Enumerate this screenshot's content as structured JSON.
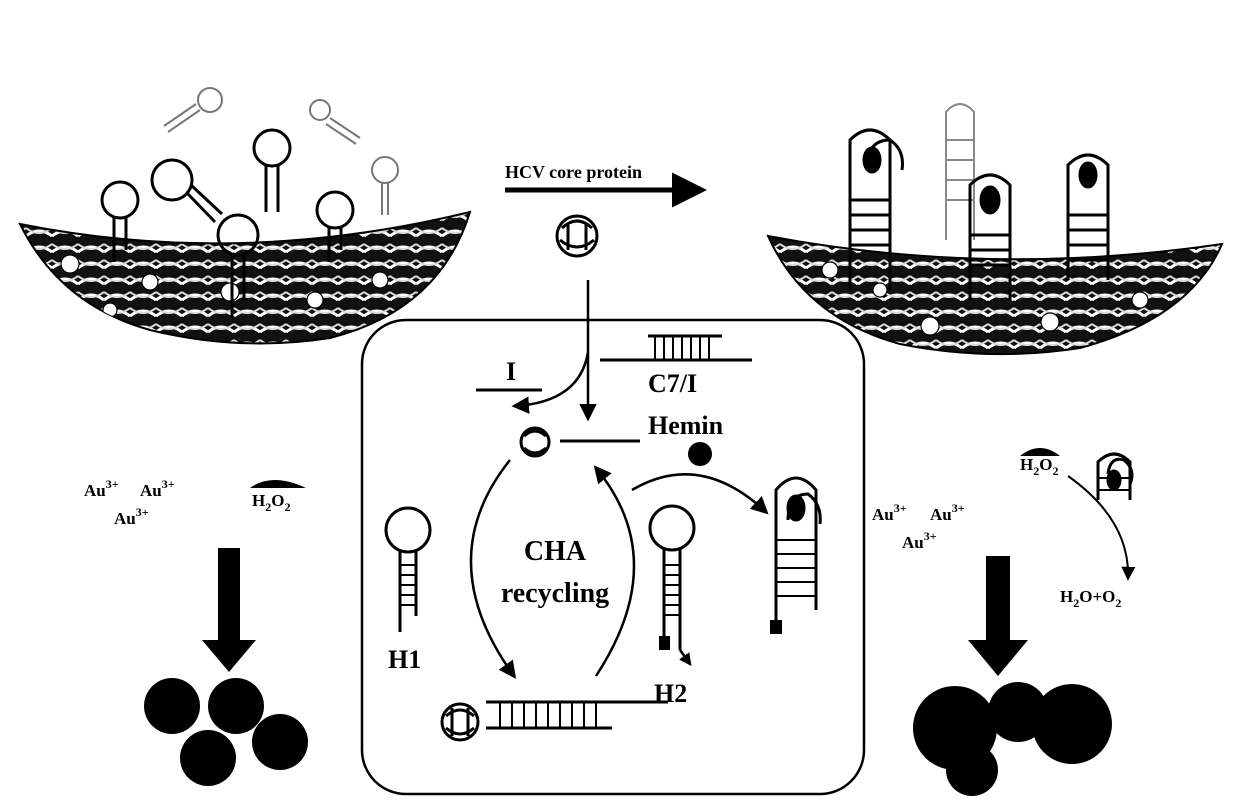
{
  "arrow_label": "HCV core protein",
  "inhibitor_label": "I",
  "complex_label": "C7/I",
  "hemin_label": "Hemin",
  "cycle_label_line1": "CHA",
  "cycle_label_line2": "recycling",
  "hairpin1_label": "H1",
  "hairpin2_label": "H2",
  "left_reagents": {
    "au_a": "Au",
    "au_a_sup": "3+",
    "au_b": "Au",
    "au_b_sup": "3+",
    "au_c": "Au",
    "au_c_sup": "3+",
    "h2o2_h": "H",
    "h2o2_sub1": "2",
    "h2o2_o": "O",
    "h2o2_sub2": "2"
  },
  "right_reagents": {
    "au_a": "Au",
    "au_a_sup": "3+",
    "au_b": "Au",
    "au_b_sup": "3+",
    "au_c": "Au",
    "au_c_sup": "3+",
    "h2o2_h": "H",
    "h2o2_sub1": "2",
    "h2o2_o": "O",
    "h2o2_sub2": "2",
    "product_h": "H",
    "product_sub1": "2",
    "product_o": "O+O",
    "product_sub2": "2"
  }
}
